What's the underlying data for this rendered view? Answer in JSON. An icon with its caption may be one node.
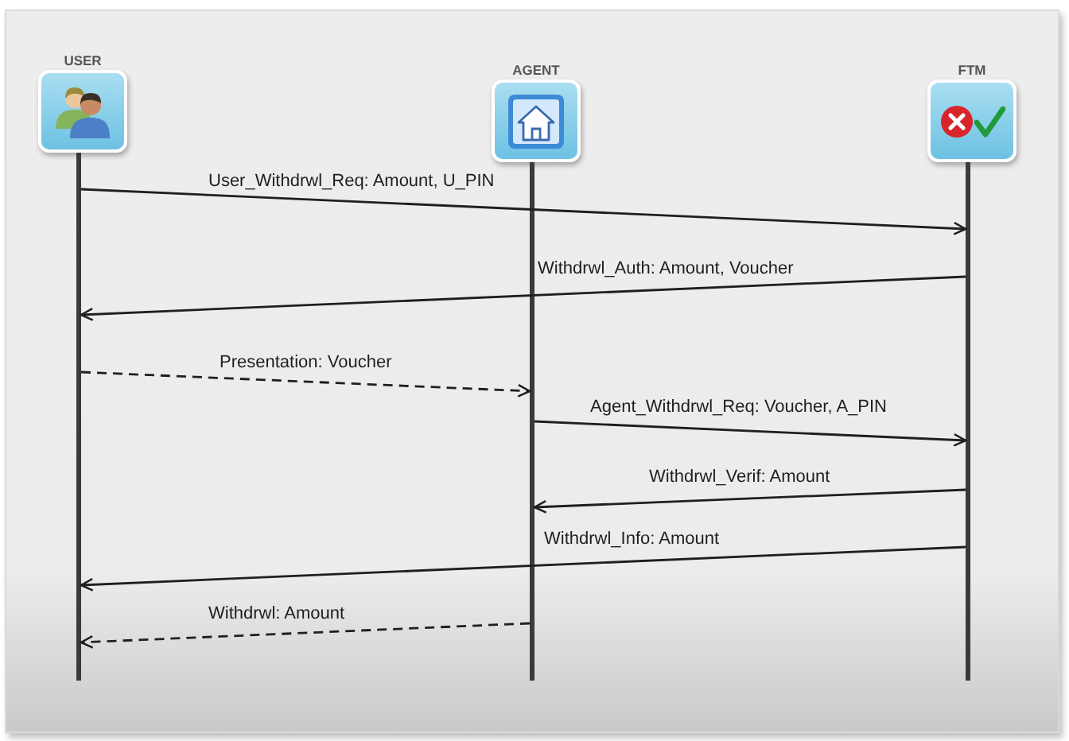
{
  "diagram": {
    "nodes": [
      {
        "text": [
          "USER"
        ]
      },
      {
        "text": [
          "AGENT"
        ]
      },
      {
        "text": [
          "FTM"
        ]
      },
      {
        "text": [],
        "shape": "line"
      },
      {
        "text": [],
        "shape": "line"
      },
      {
        "text": [],
        "shape": "line"
      }
    ],
    "edges": [
      {
        "from": 3,
        "to": 5,
        "arrow": "to",
        "label": "User_Withdrwl_Req: Amount, U_PIN"
      },
      {
        "from": 5,
        "to": 3,
        "arrow": "to",
        "label": "Withdrwl_Auth: Amount, Voucher"
      },
      {
        "from": 3,
        "to": 4,
        "arrow": "to",
        "label": "Presentation: Voucher",
        "style": "dashed"
      },
      {
        "from": 4,
        "to": 5,
        "arrow": "to",
        "label": "Agent_Withdrwl_Req: Voucher, A_PIN"
      },
      {
        "from": 5,
        "to": 4,
        "arrow": "to",
        "label": "Withdrwl_Verif: Amount"
      },
      {
        "from": 5,
        "to": 3,
        "arrow": "to",
        "label": "Withdrwl_Info: Amount"
      },
      {
        "from": 4,
        "to": 3,
        "arrow": "to",
        "label": "Withdrwl: Amount",
        "style": "dashed"
      }
    ]
  }
}
